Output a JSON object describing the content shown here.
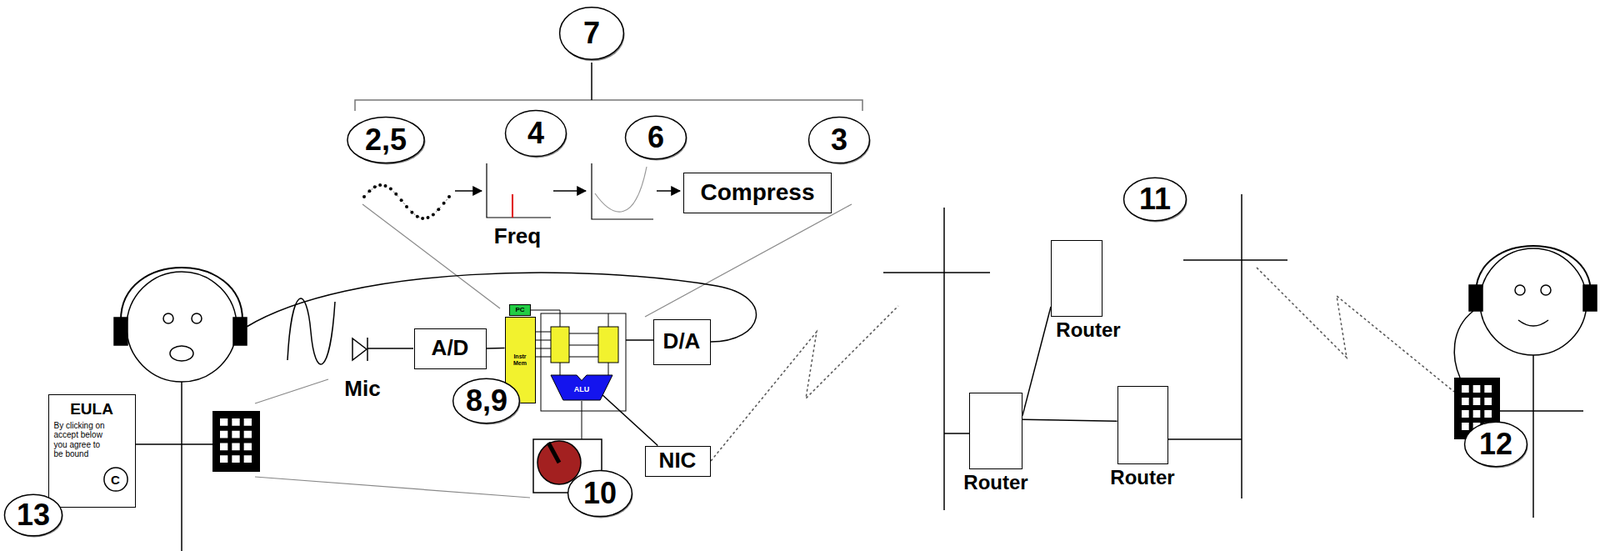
{
  "diagram": {
    "nodes": [
      {
        "text": [
          "7"
        ]
      },
      {
        "text": [
          "2,5"
        ]
      },
      {
        "text": [
          "4"
        ]
      },
      {
        "text": [
          "6"
        ]
      },
      {
        "text": [
          "3"
        ]
      },
      {
        "text": [
          "Compress"
        ]
      },
      {
        "text": [
          "11"
        ]
      },
      {
        "text": [
          "Router"
        ]
      },
      {
        "text": [
          "A/D"
        ]
      },
      {
        "text": [
          "PC"
        ]
      },
      {
        "text": [
          "Instr Mem"
        ]
      },
      {
        "text": [
          "D/A"
        ]
      },
      {
        "text": [
          "ALU"
        ]
      },
      {
        "text": [
          "EULA",
          "By clicking on accept below you agree to be bound"
        ]
      },
      {
        "text": [
          "C"
        ],
        "in": 13
      },
      {
        "text": [
          "8,9"
        ]
      },
      {
        "text": [
          "Router"
        ]
      },
      {
        "text": [
          "Router"
        ]
      },
      {
        "text": [
          "NIC"
        ]
      },
      {
        "text": [
          "10"
        ]
      },
      {
        "text": [
          "12"
        ]
      },
      {
        "text": [
          "13"
        ]
      }
    ],
    "edges": [
      {
        "from": 8,
        "to": 10,
        "arrow": "none"
      },
      {
        "from": 12,
        "to": 18,
        "arrow": "none"
      },
      {
        "from": 7,
        "to": 16,
        "arrow": "none"
      },
      {
        "from": 16,
        "to": 17,
        "arrow": "none"
      }
    ],
    "labels": [
      "Freq",
      "Mic"
    ]
  }
}
